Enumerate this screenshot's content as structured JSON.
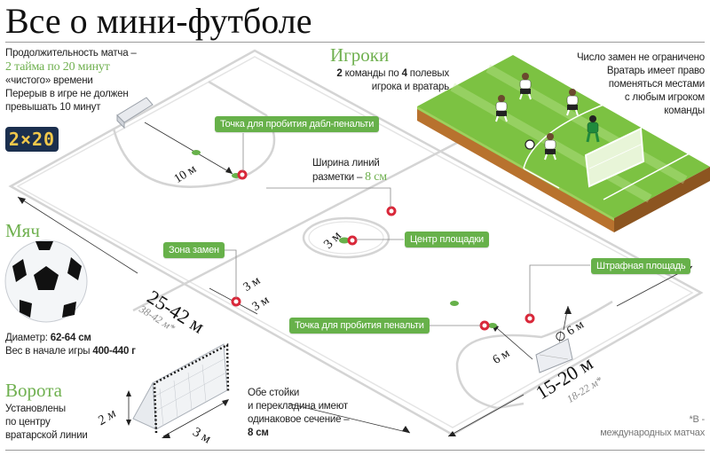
{
  "title": "Все о мини-футболе",
  "match": {
    "duration_label": "Продолжительность матча –",
    "duration_value": "2 тайма по 20 минут",
    "clean_time": "«чистого» времени",
    "break_line1": "Перерыв в игре не должен",
    "break_line2": "превышать 10 минут",
    "scoreboard": "2×20"
  },
  "players": {
    "heading": "Игроки",
    "line1_num1": "2",
    "line1_text": " команды по ",
    "line1_num2": "4",
    "line1_end": " полевых",
    "line2": "игрока и вратарь"
  },
  "substitutions": {
    "line1": "Число замен не ограничено",
    "line2": "Вратарь имеет право",
    "line3": "поменяться местами",
    "line4": "с любым игроком",
    "line5": "команды"
  },
  "ball": {
    "heading": "Мяч",
    "diameter_label": "Диаметр: ",
    "diameter_value": "62-64 см",
    "weight_label": "Вес в начале игры ",
    "weight_value": "400-440 г"
  },
  "goal": {
    "heading": "Ворота",
    "line1": "Установлены",
    "line2": "по центру",
    "line3": "вратарской линии",
    "height": "2 м",
    "width": "3 м"
  },
  "posts": {
    "line1": "Обе стойки",
    "line2": "и перекладина имеют",
    "line3": "одинаковое сечение –",
    "value": "8 см"
  },
  "line_width": {
    "line1": "Ширина линий",
    "line2_label": "разметки – ",
    "line2_value": "8 см"
  },
  "tags": {
    "double_penalty": "Точка для пробития дабл-пенальти",
    "center": "Центр площадки",
    "sub_zone": "Зона замен",
    "penalty_area": "Штрафная площадь",
    "penalty_spot": "Точка для пробития пенальти"
  },
  "dimensions": {
    "ten_m": "10 м",
    "center_circle": "3 м",
    "sub_zone_a": "3 м",
    "sub_zone_b": "3 м",
    "length": "25-42 м",
    "length_intl": "38-42 м*",
    "width": "15-20 м",
    "width_intl": "18-22 м*",
    "penalty_dist": "6 м",
    "area_radius": "6 м",
    "area_symbol": "∅"
  },
  "footnote": {
    "line1": "*В -",
    "line2": "международных матчах"
  },
  "colors": {
    "accent_green": "#67b14a",
    "heading_green": "#6fb04f",
    "marker_red": "#d9283a",
    "scoreboard_bg": "#1b2f4e",
    "scoreboard_digits": "#f2c84b",
    "field_green": "#7cc242",
    "field_soil": "#b8722e"
  }
}
